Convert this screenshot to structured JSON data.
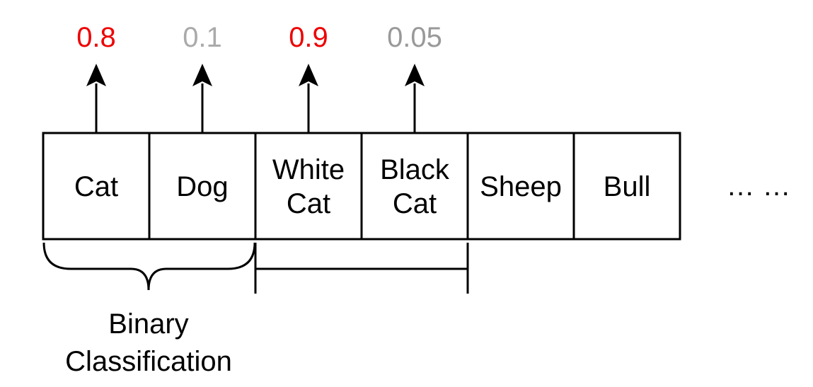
{
  "cells": [
    {
      "label": [
        "Cat"
      ]
    },
    {
      "label": [
        "Dog"
      ]
    },
    {
      "label": [
        "White",
        "Cat"
      ]
    },
    {
      "label": [
        "Black",
        "Cat"
      ]
    },
    {
      "label": [
        "Sheep"
      ]
    },
    {
      "label": [
        "Bull"
      ]
    }
  ],
  "scores": [
    {
      "value": "0.8",
      "color": "#ee0000"
    },
    {
      "value": "0.1",
      "color": "#aaaaaa"
    },
    {
      "value": "0.9",
      "color": "#ee0000"
    },
    {
      "value": "0.05",
      "color": "#999999"
    }
  ],
  "ellipsis": "… …",
  "caption": {
    "line1": "Binary",
    "line2": "Classification"
  },
  "colors": {
    "stroke": "#000000",
    "highlight": "#ee0000",
    "muted": "#aaaaaa"
  }
}
